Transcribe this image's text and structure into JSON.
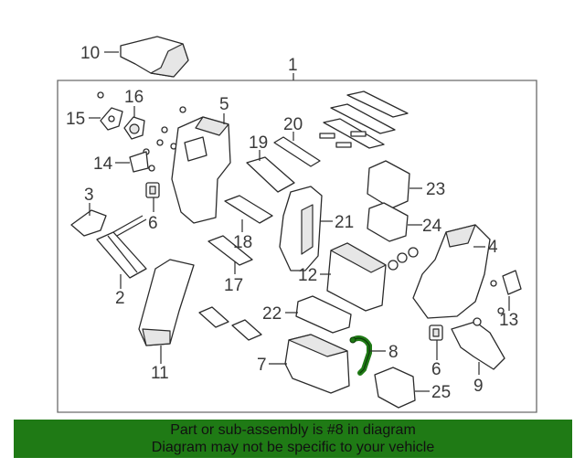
{
  "diagram": {
    "callouts": {
      "p1": "1",
      "p2": "2",
      "p3": "3",
      "p4": "4",
      "p5": "5",
      "p6a": "6",
      "p6b": "6",
      "p7": "7",
      "p8": "8",
      "p9": "9",
      "p10": "10",
      "p11": "11",
      "p12": "12",
      "p13": "13",
      "p14": "14",
      "p15": "15",
      "p16": "16",
      "p17": "17",
      "p18": "18",
      "p19": "19",
      "p20": "20",
      "p21": "21",
      "p22": "22",
      "p23": "23",
      "p24": "24",
      "p25": "25"
    },
    "highlight_part": "8",
    "highlight_color": "#1f7a15"
  },
  "footer": {
    "line1": "Part or sub-assembly is #8 in diagram",
    "line2": "Diagram may not be specific to your vehicle",
    "background": "#1f7a15"
  }
}
